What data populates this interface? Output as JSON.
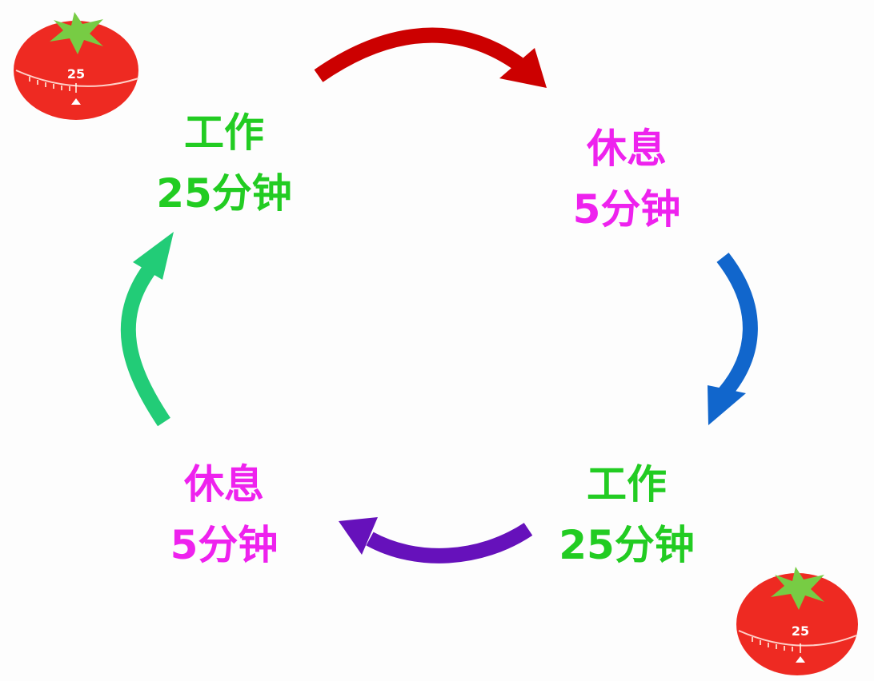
{
  "nodes": [
    {
      "id": "work-top-left",
      "line1": "工作",
      "line2": "25分钟",
      "kind": "work"
    },
    {
      "id": "rest-top-right",
      "line1": "休息",
      "line2": "5分钟",
      "kind": "rest"
    },
    {
      "id": "work-bottom-right",
      "line1": "工作",
      "line2": "25分钟",
      "kind": "work"
    },
    {
      "id": "rest-bottom-left",
      "line1": "休息",
      "line2": "5分钟",
      "kind": "rest"
    }
  ],
  "timers": [
    {
      "icon": "tomato-timer-icon",
      "dial_number": "25"
    },
    {
      "icon": "tomato-timer-icon",
      "dial_number": "25"
    }
  ],
  "colors": {
    "work_text": "#22cc22",
    "rest_text": "#ee22ee",
    "arrow_work_to_rest": "#cc0000",
    "arrow_rest_to_work": "#1166cc",
    "arrow_work_to_rest_bottom": "#6611bb",
    "arrow_rest_to_work_left": "#22cc77",
    "tomato": "#ee2a22",
    "leaf": "#77cc44"
  }
}
